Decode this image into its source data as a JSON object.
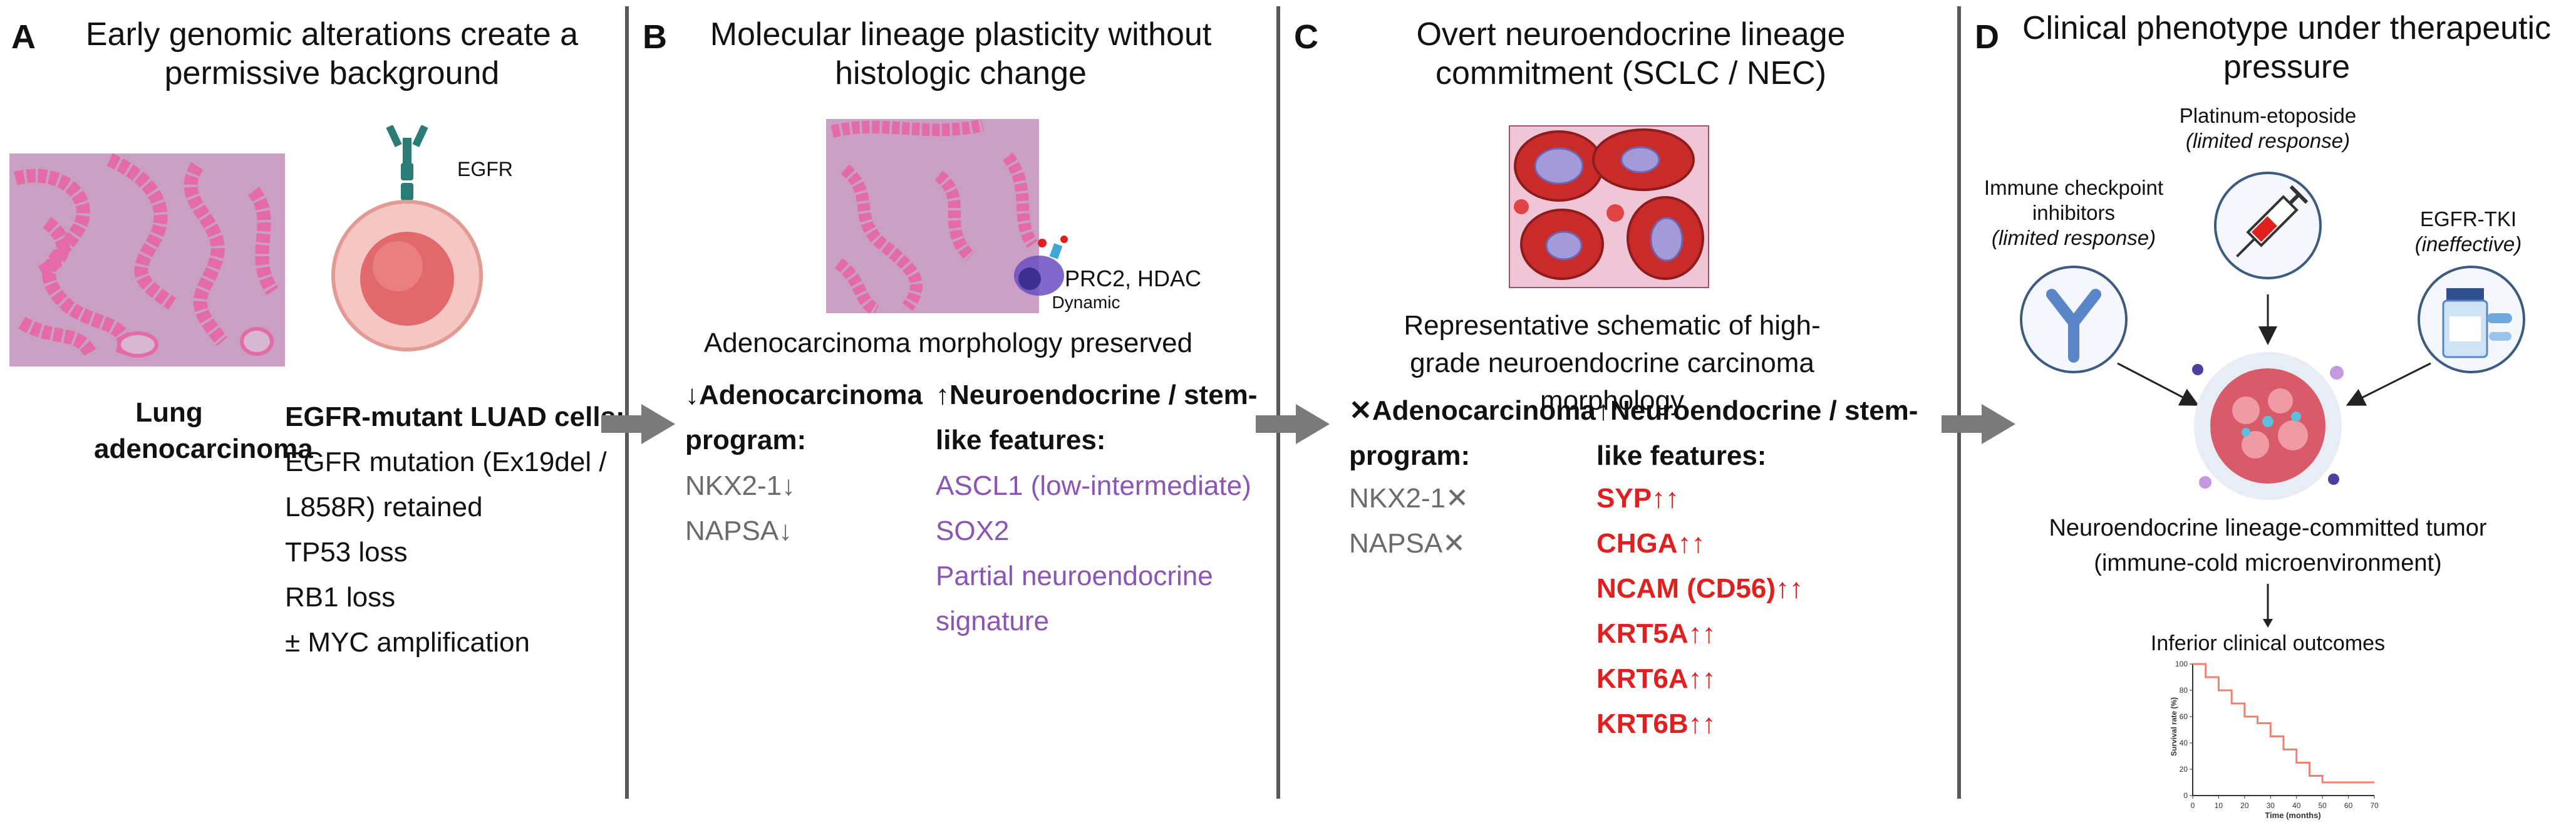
{
  "panel_a": {
    "letter": "A",
    "title": "Early genomic alterations create a permissive background",
    "egfr_label": "EGFR",
    "tissue_caption": "Lung adenocarcinoma",
    "cells_heading": "EGFR-mutant LUAD cells:",
    "items": [
      "EGFR mutation (Ex19del /",
      "L858R) retained",
      "TP53 loss",
      "RB1 loss",
      "± MYC amplification"
    ]
  },
  "panel_b": {
    "letter": "B",
    "title": "Molecular lineage plasticity without histologic change",
    "epigenetic_label": "PRC2, HDAC",
    "dynamic_label": "Dynamic",
    "morphology_caption": "Adenocarcinoma morphology preserved",
    "down_heading": [
      "↓Adenocarcinoma",
      "program:"
    ],
    "down_items": [
      "NKX2-1↓",
      "NAPSA↓"
    ],
    "up_heading": [
      "↑Neuroendocrine / stem-",
      "like features:"
    ],
    "up_items": [
      "ASCL1 (low-intermediate)",
      "SOX2",
      "Partial neuroendocrine",
      "signature"
    ]
  },
  "panel_c": {
    "letter": "C",
    "title": "Overt neuroendocrine lineage commitment (SCLC / NEC)",
    "schematic_caption": "Representative schematic of high-grade neuroendocrine carcinoma morphology",
    "loss_heading": [
      "✕Adenocarcinoma",
      "program:"
    ],
    "loss_items": [
      "NKX2-1✕",
      "NAPSA✕"
    ],
    "up_heading": [
      "↑Neuroendocrine / stem-",
      "like features:"
    ],
    "up_items": [
      "SYP↑↑",
      "CHGA↑↑",
      "NCAM (CD56)↑↑",
      "KRT5A↑↑",
      "KRT6A↑↑",
      "KRT6B↑↑"
    ]
  },
  "panel_d": {
    "letter": "D",
    "title": "Clinical phenotype under therapeutic pressure",
    "therapy_icb": [
      "Immune checkpoint",
      "inhibitors",
      "(limited response)"
    ],
    "therapy_chemo": [
      "Platinum-etoposide",
      "(limited response)"
    ],
    "therapy_tki": [
      "EGFR-TKI",
      "(ineffective)"
    ],
    "tumor_caption": [
      "Neuroendocrine lineage-committed tumor",
      "(immune-cold microenvironment)"
    ],
    "outcome_caption": "Inferior clinical outcomes",
    "km": {
      "ylabel": "Survival rate (%)",
      "xlabel": "Time (months)",
      "xticks": [
        "0",
        "10",
        "20",
        "30",
        "40",
        "50",
        "60",
        "70"
      ],
      "yticks": [
        "0",
        "20",
        "40",
        "60",
        "80",
        "100"
      ]
    }
  },
  "chart_data": {
    "type": "line",
    "title": "",
    "xlabel": "Time (months)",
    "ylabel": "Survival rate (%)",
    "xlim": [
      0,
      70
    ],
    "ylim": [
      0,
      100
    ],
    "series": [
      {
        "x": [
          0,
          5,
          5,
          10,
          10,
          15,
          15,
          20,
          20,
          25,
          25,
          30,
          30,
          35,
          35,
          40,
          40,
          45,
          45,
          50,
          50,
          70
        ],
        "y": [
          100,
          100,
          90,
          90,
          80,
          80,
          70,
          70,
          60,
          60,
          55,
          55,
          45,
          45,
          35,
          35,
          25,
          25,
          15,
          15,
          10,
          10
        ]
      }
    ],
    "grid": false,
    "colors": {
      "curve": "#f08070"
    }
  }
}
